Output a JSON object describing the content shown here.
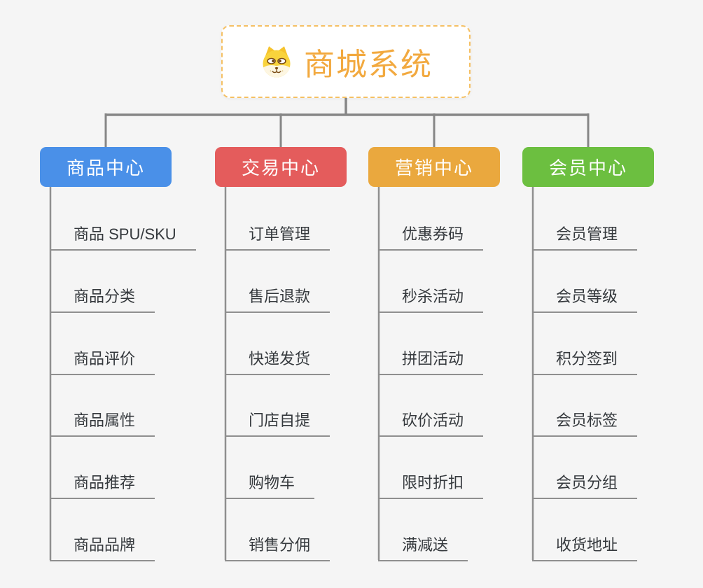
{
  "canvas": {
    "background": "#f5f5f5",
    "connector_color": "#868686",
    "child_line_color": "#8f8f8f"
  },
  "root": {
    "title": "商城系统",
    "icon": "doge-face-icon",
    "text_color": "#f2a93f",
    "border_color": "#f5c063"
  },
  "branches": [
    {
      "id": "product-center",
      "label": "商品中心",
      "color": "#4a90e8",
      "children": [
        "商品 SPU/SKU",
        "商品分类",
        "商品评价",
        "商品属性",
        "商品推荐",
        "商品品牌"
      ]
    },
    {
      "id": "trade-center",
      "label": "交易中心",
      "color": "#e45c5c",
      "children": [
        "订单管理",
        "售后退款",
        "快递发货",
        "门店自提",
        "购物车",
        "销售分佣"
      ]
    },
    {
      "id": "marketing-center",
      "label": "营销中心",
      "color": "#eaa83e",
      "children": [
        "优惠券码",
        "秒杀活动",
        "拼团活动",
        "砍价活动",
        "限时折扣",
        "满减送"
      ]
    },
    {
      "id": "member-center",
      "label": "会员中心",
      "color": "#6cbf40",
      "children": [
        "会员管理",
        "会员等级",
        "积分签到",
        "会员标签",
        "会员分组",
        "收货地址"
      ]
    }
  ]
}
